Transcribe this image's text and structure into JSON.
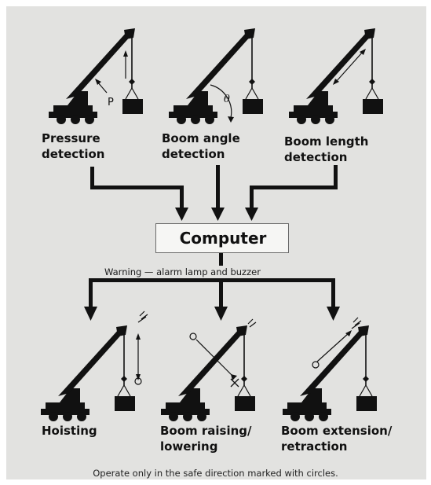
{
  "colors": {
    "panel": "#e2e2e0",
    "ink": "#111111"
  },
  "detection": [
    {
      "label": "Pressure\ndetection",
      "marker": "P"
    },
    {
      "label": "Boom angle\ndetection",
      "marker": "θ"
    },
    {
      "label": "Boom length\ndetection"
    }
  ],
  "computer": {
    "label": "Computer"
  },
  "warning": {
    "text": "Warning — alarm lamp and buzzer"
  },
  "operations": [
    {
      "label": "Hoisting"
    },
    {
      "label": "Boom raising/\nlowering"
    },
    {
      "label": "Boom extension/\nretraction"
    }
  ],
  "caption": "Operate only in the safe direction marked with circles.",
  "icons": [
    "crane-icon",
    "circle-icon",
    "cross-icon",
    "stop-mark-icon",
    "arrow-down-icon"
  ]
}
